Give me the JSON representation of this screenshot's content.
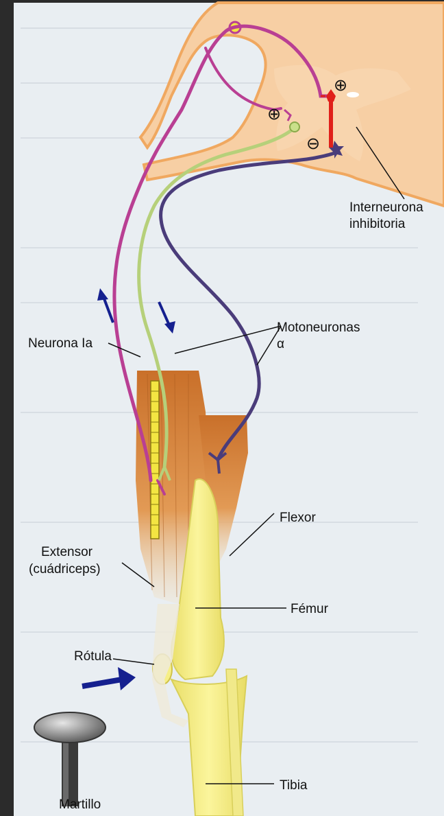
{
  "labels": {
    "interneurona_line1": "Interneurona",
    "interneurona_line2": "inhibitoria",
    "motoneuronas_line1": "Motoneuronas",
    "motoneuronas_line2": "α",
    "neurona_ia": "Neurona Ia",
    "flexor": "Flexor",
    "extensor_line1": "Extensor",
    "extensor_line2": "(cuádriceps)",
    "femur": "Fémur",
    "rotula": "Rótula",
    "tibia": "Tibia",
    "martillo": "Martillo"
  },
  "symbols": {
    "plus_upper": "⊕",
    "plus_lower": "⊕",
    "minus": "⊖"
  },
  "colors": {
    "background_dark": "#2b2b2b",
    "page": "#e9eef2",
    "spinal_cord": "#f7cfa4",
    "spinal_cord_outline": "#f0a860",
    "sensory_neuron": "#b93f93",
    "motoneuron_extensor": "#b6d07a",
    "motoneuron_flexor": "#4a3c7a",
    "interneuron": "#e0201a",
    "muscle": "#d9873e",
    "bone": "#f6ef86",
    "arrow": "#15208f"
  }
}
